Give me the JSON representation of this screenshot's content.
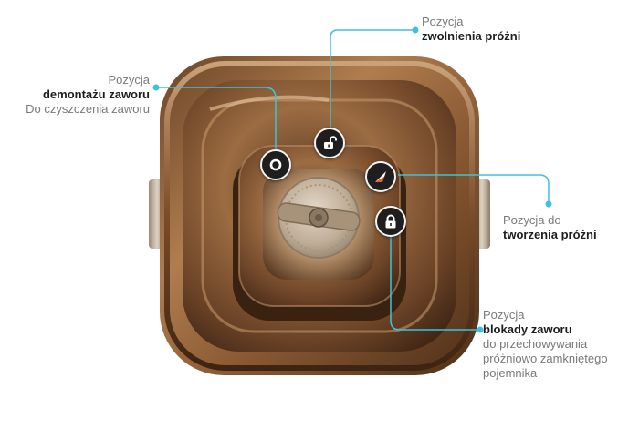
{
  "colors": {
    "callout_line": "#3fc1dc",
    "marker_bg": "#1e1e1e",
    "lid_bronze": "#8a5a33"
  },
  "labels": {
    "release": {
      "line1": "Pozycja",
      "line2": "zwolnienia próżni"
    },
    "removal": {
      "line1": "Pozycja",
      "line2": "demontażu zaworu",
      "line3": "Do czyszczenia zaworu"
    },
    "create": {
      "line1": "Pozycja do",
      "line2": "tworzenia próżni"
    },
    "lock": {
      "line1": "Pozycja",
      "line2": "blokady zaworu",
      "line3": "do przechowywania",
      "line4": "próżniowo zamkniętego",
      "line5": "pojemnika"
    }
  },
  "icons": {
    "removal": "circle-icon",
    "release": "unlocked-padlock-icon",
    "create": "arrow-pointer-icon",
    "lock": "locked-padlock-icon"
  }
}
